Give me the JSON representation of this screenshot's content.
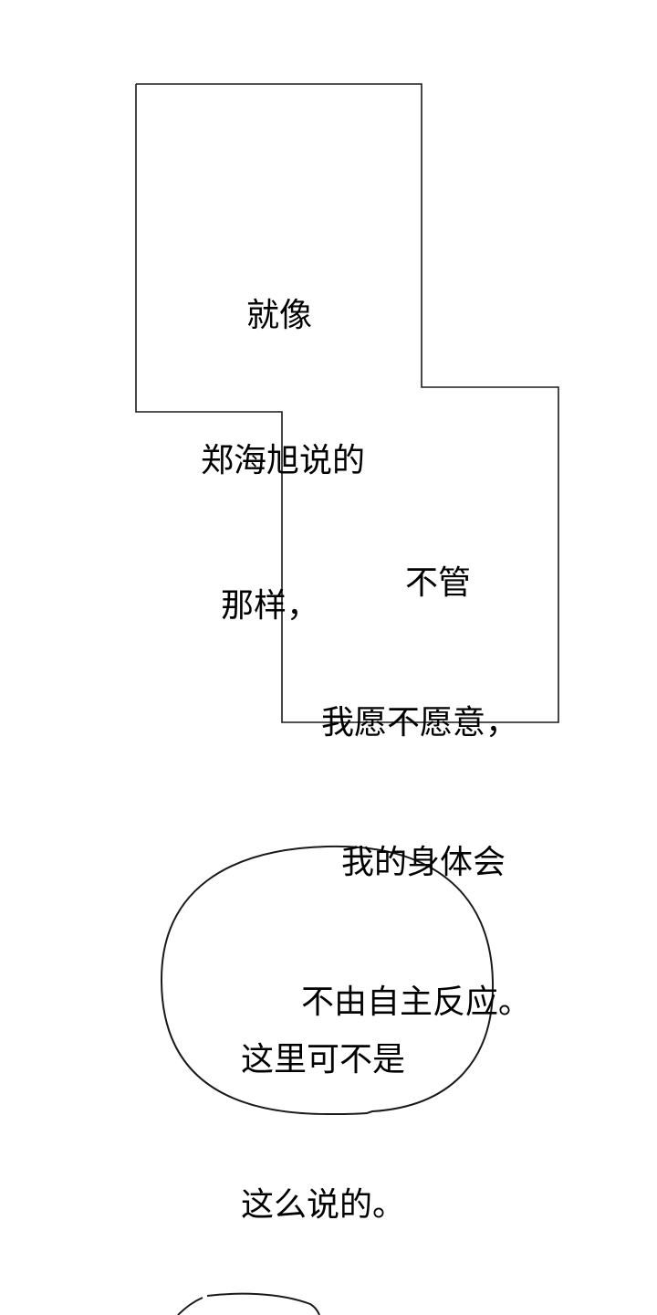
{
  "page": {
    "background_color": "#ffffff",
    "stroke_color": "#1a1a1a"
  },
  "caption_box_1": {
    "lines": [
      "就像",
      "郑海旭说的",
      "那样，"
    ]
  },
  "caption_box_2": {
    "lines": [
      "不管",
      "我愿不愿意，",
      "我的身体会",
      "不由自主反应。"
    ]
  },
  "speech_bubble_1": {
    "lines": [
      "这里可不是",
      "这么说的。"
    ]
  },
  "speech_bubble_2": {
    "lines": []
  }
}
